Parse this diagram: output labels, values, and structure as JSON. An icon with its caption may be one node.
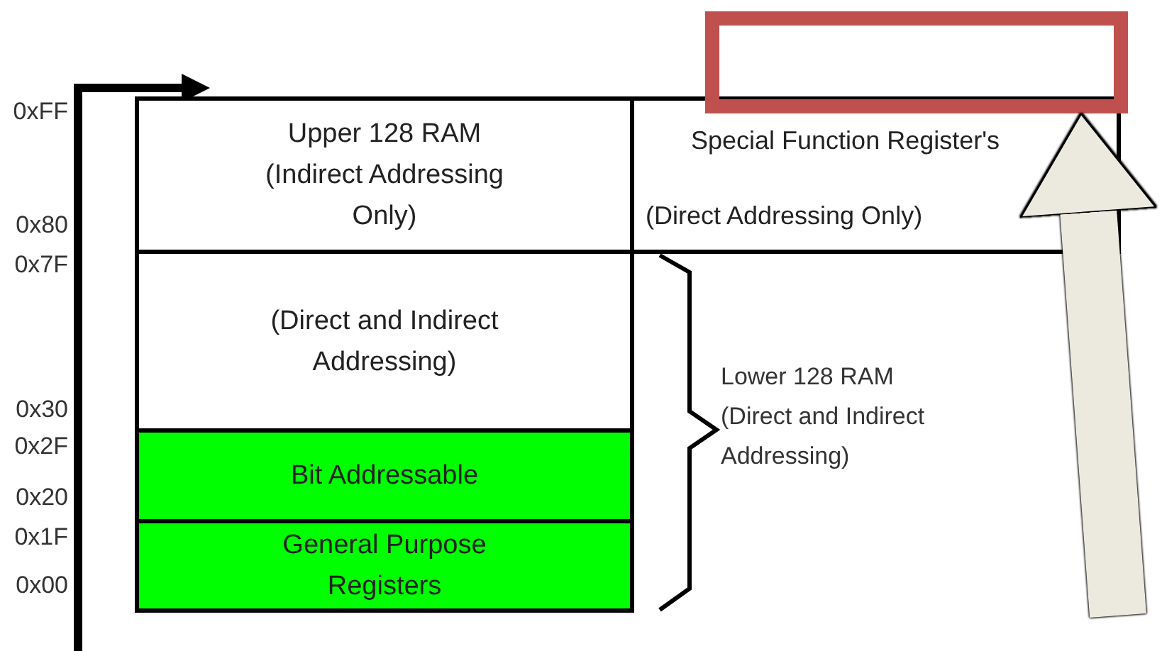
{
  "diagram": {
    "nodes": [
      {
        "text": [
          "Upper 128 RAM (Indirect Addressing Only)"
        ]
      },
      {
        "text": [
          "Special Function Register's",
          "(Direct Addressing Only)"
        ]
      },
      {
        "text": [
          "(Direct and Indirect Addressing)"
        ]
      },
      {
        "text": [
          "Bit Addressable"
        ]
      },
      {
        "text": [
          "General Purpose Registers"
        ]
      },
      {
        "text": [],
        "shape": "box"
      }
    ],
    "edges": [
      {
        "from": null,
        "to": 5,
        "arrow": "to",
        "color": "#eceadf"
      }
    ],
    "labels": [
      "0xFF",
      "0x80",
      "0x7F",
      "0x30",
      "0x2F",
      "0x20",
      "0x1F",
      "0x00",
      "Lower 128 RAM (Direct and Indirect Addressing)"
    ]
  }
}
